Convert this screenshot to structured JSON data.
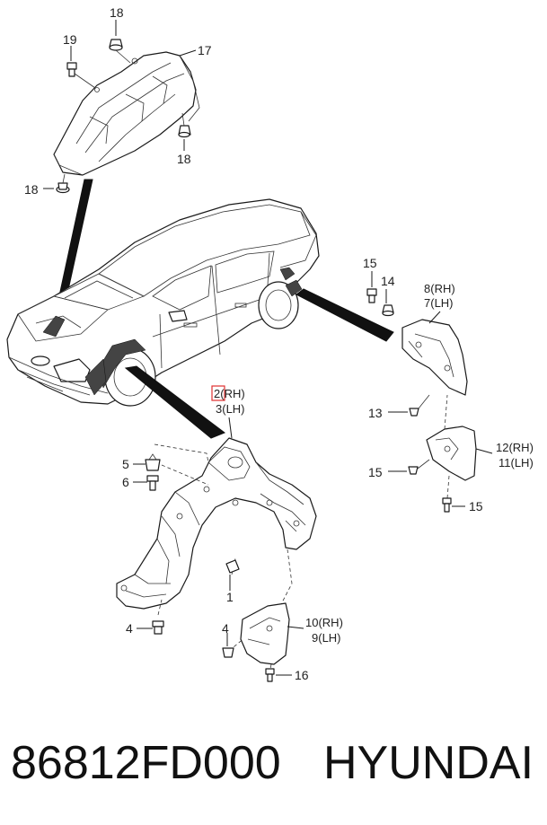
{
  "callouts": {
    "c1": "1",
    "c2": "2",
    "c2_side": "(RH)",
    "c3": "3",
    "c3_side": "(LH)",
    "c4a": "4",
    "c4b": "4",
    "c5": "5",
    "c6": "6",
    "c7": "7",
    "c7_side": "(LH)",
    "c8": "8",
    "c8_side": "(RH)",
    "c9": "9",
    "c9_side": "(LH)",
    "c10": "10",
    "c10_side": "(RH)",
    "c11": "11",
    "c11_side": "(LH)",
    "c12": "12",
    "c12_side": "(RH)",
    "c13": "13",
    "c14": "14",
    "c15a": "15",
    "c15b": "15",
    "c15c": "15",
    "c16": "16",
    "c17": "17",
    "c18a": "18",
    "c18b": "18",
    "c18c": "18",
    "c19": "19"
  },
  "highlight_color": "#e03030",
  "footer": {
    "part_number": "86812FD000",
    "brand": "HYUNDAI"
  }
}
